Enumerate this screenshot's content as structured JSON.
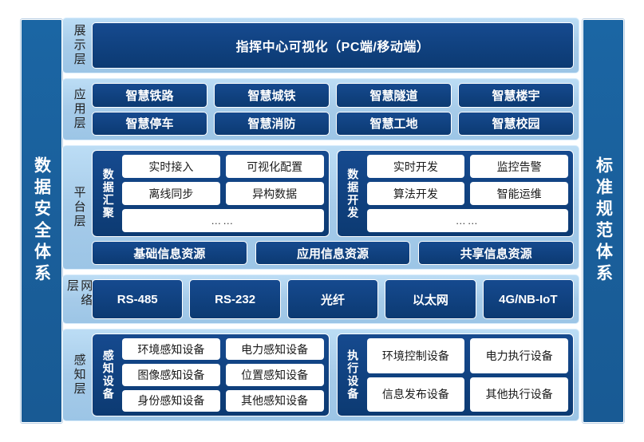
{
  "colors": {
    "page_background": "#4c5c46",
    "canvas": "#ffffff",
    "side_bar": "#1a5f9b",
    "layer_background": "#a6cbe9",
    "tile_navy": "#10417f",
    "white_box": "#ffffff"
  },
  "side_bars": {
    "left": {
      "label": "数据安全体系"
    },
    "right": {
      "label": "标准规范体系"
    }
  },
  "layers": [
    {
      "key": "presentation",
      "label": "展示层",
      "tiles": [
        "指挥中心可视化（PC端/移动端）"
      ]
    },
    {
      "key": "application",
      "label": "应用层",
      "rows": [
        [
          "智慧铁路",
          "智慧城铁",
          "智慧隧道",
          "智慧楼宇"
        ],
        [
          "智慧停车",
          "智慧消防",
          "智慧工地",
          "智慧校园"
        ]
      ]
    },
    {
      "key": "platform",
      "label": "平台层",
      "groups": [
        {
          "label": "数据汇聚",
          "rows": [
            [
              "实时接入",
              "可视化配置"
            ],
            [
              "离线同步",
              "异构数据"
            ]
          ],
          "footer": "……"
        },
        {
          "label": "数据开发",
          "rows": [
            [
              "实时开发",
              "监控告警"
            ],
            [
              "算法开发",
              "智能运维"
            ]
          ],
          "footer": "……"
        }
      ],
      "resources": [
        "基础信息资源",
        "应用信息资源",
        "共享信息资源"
      ]
    },
    {
      "key": "network",
      "label": "网络层",
      "tiles": [
        "RS-485",
        "RS-232",
        "光纤",
        "以太网",
        "4G/NB-IoT"
      ]
    },
    {
      "key": "perception",
      "label": "感知层",
      "groups": [
        {
          "label": "感知设备",
          "rows": [
            [
              "环境感知设备",
              "电力感知设备"
            ],
            [
              "图像感知设备",
              "位置感知设备"
            ],
            [
              "身份感知设备",
              "其他感知设备"
            ]
          ]
        },
        {
          "label": "执行设备",
          "rows": [
            [
              "环境控制设备",
              "电力执行设备"
            ],
            [
              "信息发布设备",
              "其他执行设备"
            ]
          ]
        }
      ]
    }
  ]
}
